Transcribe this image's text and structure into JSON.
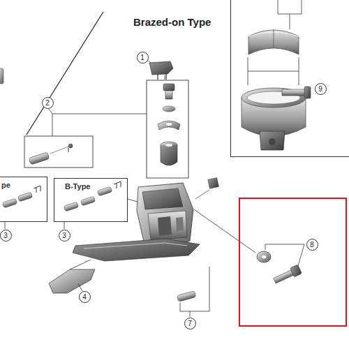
{
  "diagram": {
    "title": "Brazed-on Type",
    "nodes": [
      {
        "text": [
          "pe"
        ]
      },
      {
        "text": [
          "B-Type"
        ]
      },
      {
        "text": [
          "9"
        ]
      },
      {
        "text": [
          "8"
        ]
      }
    ],
    "labels": [
      "1",
      "2",
      "3",
      "3",
      "4",
      "7"
    ]
  }
}
